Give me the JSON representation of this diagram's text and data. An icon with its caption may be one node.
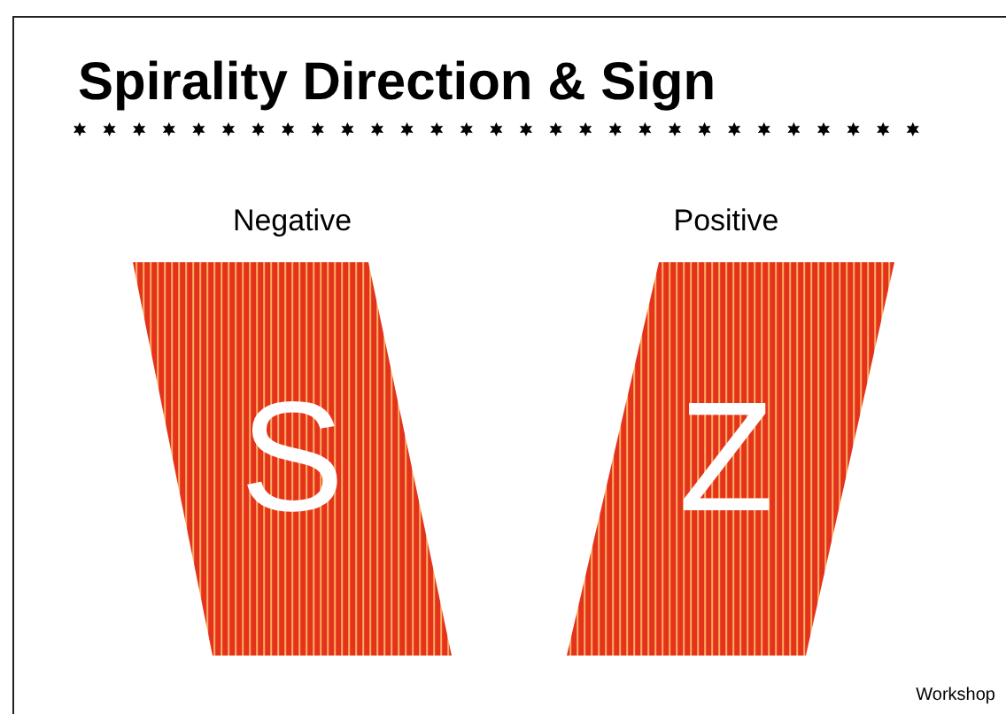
{
  "diagram": {
    "title": "Spirality Direction & Sign",
    "nodes": [
      {
        "text": [
          "Negative",
          "S"
        ]
      },
      {
        "text": [
          "Positive",
          "Z"
        ]
      }
    ],
    "labels": [
      "Workshop"
    ]
  }
}
